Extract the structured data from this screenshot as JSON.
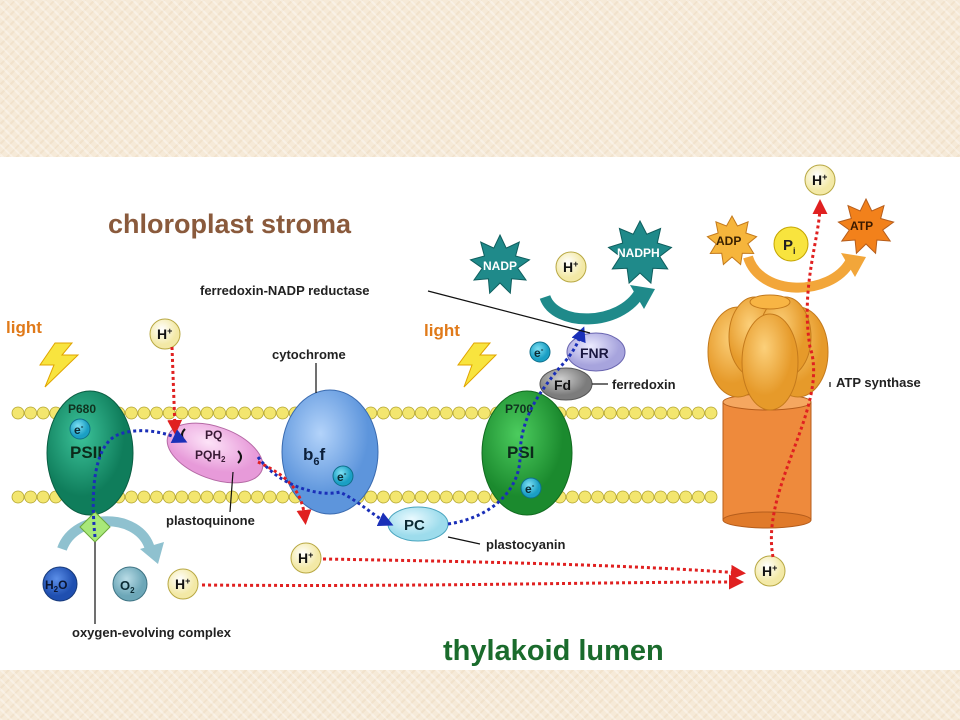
{
  "diagram": {
    "stroma_label": "chloroplast stroma",
    "lumen_label": "thylakoid lumen",
    "light_1": "light",
    "light_2": "light",
    "ferredoxin_nadp_reductase": "ferredoxin-NADP reductase",
    "cytochrome": "cytochrome",
    "plastoquinone": "plastoquinone",
    "plastocyanin": "plastocyanin",
    "ferredoxin": "ferredoxin",
    "atp_synthase": "ATP synthase",
    "oxygen_evolving_complex": "oxygen-evolving complex",
    "psii": {
      "p680": "P680",
      "name": "PSII",
      "electron": "e"
    },
    "pq": {
      "pq": "PQ",
      "pqh": "PQH",
      "sub": "2"
    },
    "b6f": {
      "b": "b",
      "sub": "6",
      "f": "f",
      "electron": "e"
    },
    "psi": {
      "p700": "P700",
      "name": "PSI",
      "electron": "e"
    },
    "pc": "PC",
    "fnr": "FNR",
    "fd": "Fd",
    "fnr_electron": "e",
    "nadp": "NADP",
    "nadph": "NADPH",
    "adp": "ADP",
    "pi": {
      "p": "P",
      "sub": "i"
    },
    "atp": "ATP",
    "h2o": {
      "h": "H",
      "sub": "2",
      "o": "O"
    },
    "o2": {
      "o": "O",
      "sub": "2"
    },
    "proton": {
      "h": "H",
      "sup": "+"
    },
    "electron_sup": "-"
  },
  "colors": {
    "stroma_text": "#8a5a3c",
    "lumen_text": "#1a6b2c",
    "light_text": "#e07a1a",
    "psii": "#17966f",
    "psi": "#26a33e",
    "b6f": "#7fb2ee",
    "pq": "#f3b8e8",
    "pc": "#c5eef7",
    "fnr": "#c9c7ef",
    "fd": "#9a9a9a",
    "electron": "#27b5d6",
    "proton": "#fff7bf",
    "membrane_bead": "#f3e66f",
    "atp_head": "#f6b53c",
    "atp_stalk": "#ee8a3c",
    "nadp_star": "#1f8a8a",
    "adp_star": "#f6b53c",
    "atp_star": "#f2811b",
    "red_arrow": "#e02020",
    "blue_arrow": "#1a2fb8"
  }
}
